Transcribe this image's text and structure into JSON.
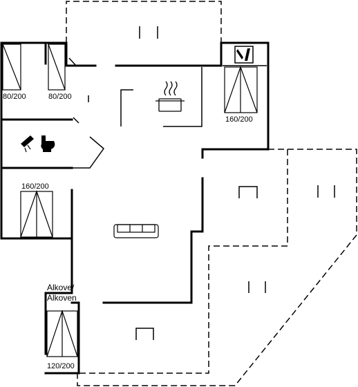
{
  "rooms": {
    "bedroom_nw_left": {
      "bed_label": "80/200"
    },
    "bedroom_nw_right": {
      "bed_label": "80/200"
    },
    "bedroom_ne": {
      "bed_label": "160/200"
    },
    "bedroom_w": {
      "bed_label": "160/200"
    },
    "alcove": {
      "title_line1": "Alkove/",
      "title_line2": "Alkoven",
      "bed_label": "120/200"
    }
  },
  "icons": {
    "kitchen": "cooking-pot-icon",
    "bathroom": "shower-toilet-icon",
    "utility": "washing-machine-icon",
    "living": "sofa-icon",
    "terrace": "garden-chair-icon",
    "terrace_bench": "bench-icon"
  },
  "colors": {
    "walls": "#000000",
    "background": "#ffffff"
  }
}
